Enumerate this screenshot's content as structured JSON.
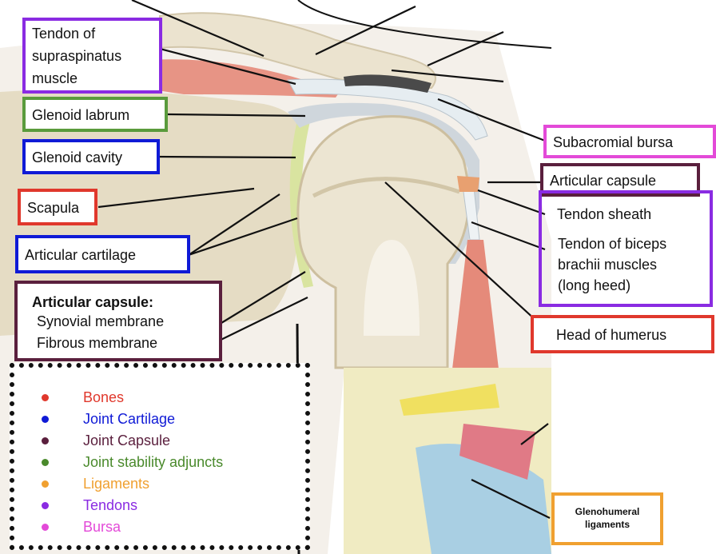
{
  "labels": {
    "supraspinatus": "Tendon of\nsupraspinatus\nmuscle",
    "glenoid_labrum": "Glenoid labrum",
    "glenoid_cavity": "Glenoid cavity",
    "scapula": "Scapula",
    "articular_cartilage": "Articular cartilage",
    "articular_capsule_title": "Articular capsule:",
    "synovial_membrane": "Synovial membrane",
    "fibrous_membrane": "Fibrous membrane",
    "subacromial_bursa": "Subacromial bursa",
    "articular_capsule": "Articular capsule",
    "tendon_sheath": "Tendon sheath",
    "biceps_tendon": "Tendon of biceps\nbrachii muscles\n(long heed)",
    "head_of_humerus": "Head of humerus",
    "glenohumeral_ligaments": "Glenohumeral\nligaments"
  },
  "legend": [
    {
      "label": "Bones",
      "color": "#e0382c"
    },
    {
      "label": "Joint Cartilage",
      "color": "#0f1ad6"
    },
    {
      "label": "Joint Capsule",
      "color": "#5a1f3d"
    },
    {
      "label": "Joint stability adjuncts",
      "color": "#4a8a2c"
    },
    {
      "label": "Ligaments",
      "color": "#f0a030"
    },
    {
      "label": "Tendons",
      "color": "#8a2be2"
    },
    {
      "label": "Bursa",
      "color": "#e34ad8"
    }
  ],
  "colors": {
    "bone": "#ece5d2",
    "bone_shadow": "#d8ccb0",
    "cartilage": "#dfe8b0",
    "muscle": "#e58a7a",
    "capsule": "#cfd6dc",
    "tendon": "#e6edf1",
    "bursa": "#4a4a4a"
  }
}
